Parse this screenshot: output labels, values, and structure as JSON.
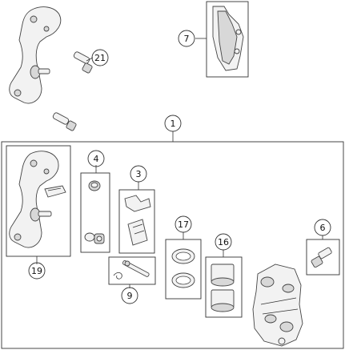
{
  "callouts": {
    "c21": "21",
    "c7": "7",
    "c1": "1",
    "c4": "4",
    "c3": "3",
    "c17": "17",
    "c16": "16",
    "c6": "6",
    "c19": "19",
    "c9": "9"
  }
}
